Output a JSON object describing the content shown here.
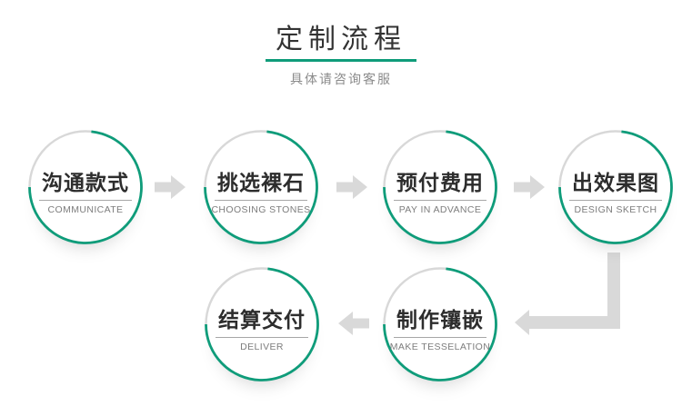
{
  "header": {
    "title": "定制流程",
    "subtitle": "具体请咨询客服"
  },
  "steps": [
    {
      "order": 1,
      "title": "沟通款式",
      "subtitle": "COMMUNICATE"
    },
    {
      "order": 2,
      "title": "挑选裸石",
      "subtitle": "CHOOSING STONES"
    },
    {
      "order": 3,
      "title": "预付费用",
      "subtitle": "PAY IN ADVANCE"
    },
    {
      "order": 4,
      "title": "出效果图",
      "subtitle": "DESIGN SKETCH"
    },
    {
      "order": 5,
      "title": "制作镶嵌",
      "subtitle": "MAKE TESSELATION"
    },
    {
      "order": 6,
      "title": "结算交付",
      "subtitle": "DELIVER"
    }
  ],
  "connectors": [
    {
      "from": 1,
      "to": 2,
      "direction": "right"
    },
    {
      "from": 2,
      "to": 3,
      "direction": "right"
    },
    {
      "from": 3,
      "to": 4,
      "direction": "right"
    },
    {
      "from": 4,
      "to": 5,
      "direction": "down-left"
    },
    {
      "from": 5,
      "to": 6,
      "direction": "left"
    }
  ],
  "colors": {
    "accent_green": "#0f9c7a",
    "ring_gray": "#d8d8d8",
    "arrow_gray": "#d9d9d9",
    "title_text": "#333333",
    "step_title_text": "#2d2d2d",
    "step_subtitle_text": "#7d7d7d",
    "header_subtitle_text": "#8b8b8b"
  }
}
